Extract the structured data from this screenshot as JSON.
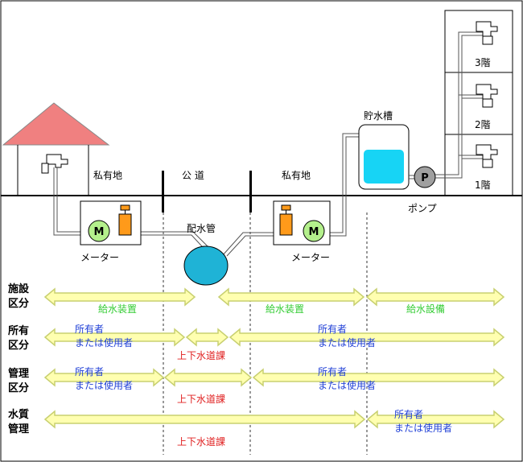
{
  "labels": {
    "private_land_left": "私有地",
    "public_road": "公 道",
    "private_land_right": "私有地",
    "distribution_main": "配水管",
    "meter_left": "メーター",
    "meter_right": "メーター",
    "meter_symbol": "M",
    "pump_symbol": "P",
    "pump": "ポンプ",
    "storage_tank": "貯水槽",
    "floor_3": "3階",
    "floor_2": "2階",
    "floor_1": "1階"
  },
  "rows": {
    "facility": {
      "head_1": "施設",
      "head_2": "区分",
      "supply_device_left": "給水装置",
      "supply_device_right": "給水装置",
      "supply_equipment": "給水設備"
    },
    "ownership": {
      "head_1": "所有",
      "head_2": "区分",
      "left_1": "所有者",
      "left_2": "または使用者",
      "right_1": "所有者",
      "right_2": "または使用者",
      "middle": "上下水道課"
    },
    "management": {
      "head_1": "管理",
      "head_2": "区分",
      "left_1": "所有者",
      "left_2": "または使用者",
      "right_1": "所有者",
      "right_2": "または使用者",
      "middle": "上下水道課"
    },
    "water_quality": {
      "head_1": "水質",
      "head_2": "管理",
      "right_1": "所有者",
      "right_2": "または使用者",
      "middle": "上下水道課"
    }
  },
  "colors": {
    "roof": "#f08080",
    "meter_green": "#b4f08c",
    "valve_orange": "#ff9a1a",
    "main_pipe": "#1fb3d6",
    "tank_water": "#17d4f5",
    "pump_grey": "#a0a0a0",
    "arrow_fill": "#ffffb0",
    "arrow_stroke": "#c8d070"
  }
}
